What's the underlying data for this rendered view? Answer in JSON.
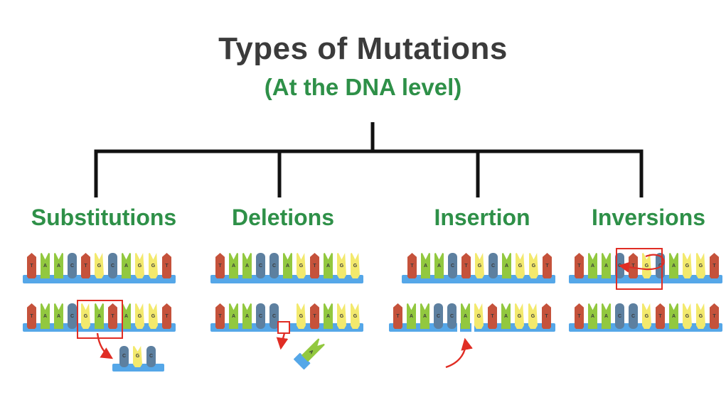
{
  "title": "Types of Mutations",
  "subtitle": "(At the DNA level)",
  "colors": {
    "title_text": "#3b3b3b",
    "green_text": "#2e9048",
    "tree_line": "#111111",
    "backbone_blue": "#55a7e8",
    "base_T_red": "#c5523b",
    "base_A_green": "#92c83f",
    "base_C_blue": "#5d80a0",
    "base_G_yellow": "#f3e96d",
    "marker_red": "#e02d24"
  },
  "branches": [
    {
      "id": "substitutions",
      "label": "Substitutions",
      "strand1": [
        "T",
        "A",
        "A",
        "C",
        "T",
        "G",
        "C",
        "A",
        "G",
        "G",
        "T"
      ],
      "strand2": [
        "T",
        "A",
        "A",
        "C",
        "G",
        "A",
        "T",
        "A",
        "G",
        "G",
        "T"
      ],
      "fragment": [
        "C",
        "G",
        "C"
      ],
      "note": "boxed substituted bases G A T with arrow to replaced fragment"
    },
    {
      "id": "deletions",
      "label": "Deletions",
      "strand1": [
        "T",
        "A",
        "A",
        "C",
        "C",
        "A",
        "G",
        "T",
        "A",
        "G",
        "G"
      ],
      "strand2": [
        "T",
        "A",
        "A",
        "C",
        "C",
        "_",
        "G",
        "T",
        "A",
        "G",
        "G"
      ],
      "deleted_base": "A",
      "note": "gap box with arrow to removed tilted base A"
    },
    {
      "id": "insertion",
      "label": "Insertion",
      "strand1": [
        "T",
        "A",
        "A",
        "C",
        "T",
        "G",
        "C",
        "A",
        "G",
        "G",
        "T"
      ],
      "strand2": [
        "T",
        "A",
        "A",
        "C",
        "C",
        "A",
        "G",
        "T",
        "A",
        "G",
        "G",
        "T"
      ],
      "inserted_base": "A",
      "note": "arrow pointing up to inserted base A on spliced backbone segment"
    },
    {
      "id": "inversions",
      "label": "Inversions",
      "strand1": [
        "T",
        "A",
        "A",
        "C",
        "T",
        "G",
        "C",
        "A",
        "G",
        "G",
        "T"
      ],
      "strand2": [
        "T",
        "A",
        "A",
        "C",
        "C",
        "G",
        "T",
        "A",
        "G",
        "G",
        "T"
      ],
      "note": "boxed segment T G C flipped to C G T, loop arrow over box"
    }
  ]
}
